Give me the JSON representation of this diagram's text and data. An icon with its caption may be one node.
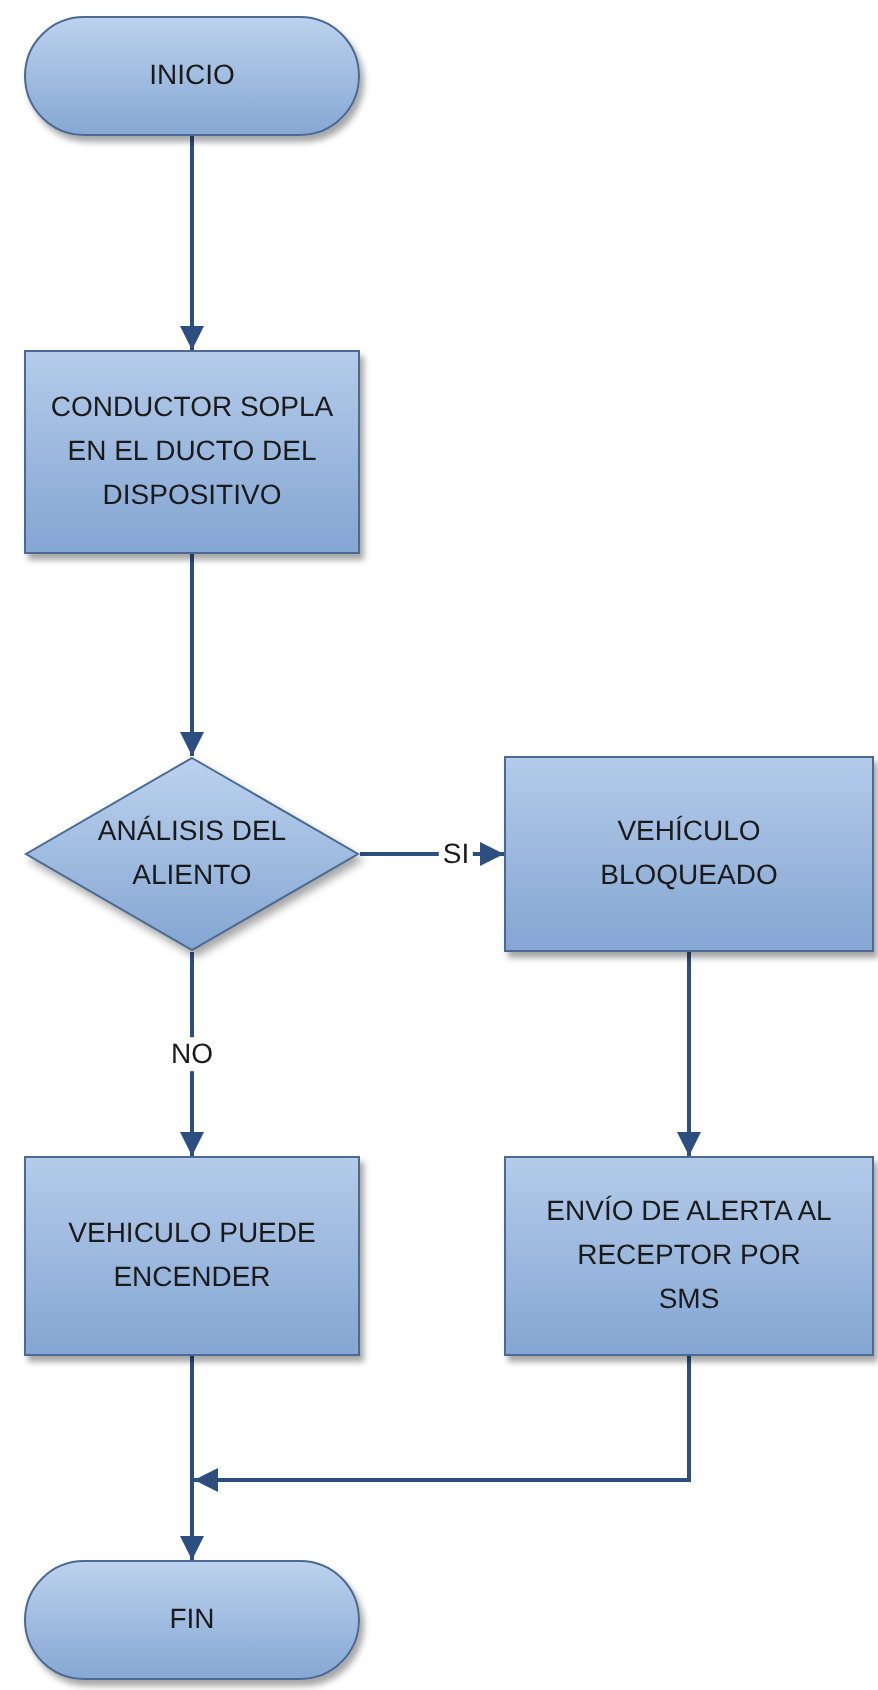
{
  "diagram": {
    "nodes": [
      {
        "text": [
          "INICIO"
        ]
      },
      {
        "text": [
          "CONDUCTOR SOPLA EN EL DUCTO DEL DISPOSITIVO"
        ]
      },
      {
        "text": [
          "ANÁLISIS DEL ALIENTO"
        ]
      },
      {
        "text": [
          "VEHÍCULO BLOQUEADO"
        ]
      },
      {
        "text": [
          "VEHICULO PUEDE ENCENDER"
        ]
      },
      {
        "text": [
          "ENVÍO DE ALERTA AL RECEPTOR POR SMS"
        ]
      },
      {
        "text": [
          "FIN"
        ]
      }
    ],
    "edges": [
      {
        "from": 0,
        "to": 1,
        "arrow": "to"
      },
      {
        "from": 1,
        "to": 2,
        "arrow": "to"
      },
      {
        "from": 2,
        "to": 3,
        "arrow": "to",
        "label": "SI"
      },
      {
        "from": 2,
        "to": 4,
        "arrow": "to",
        "label": "NO"
      },
      {
        "from": 3,
        "to": 5,
        "arrow": "to"
      },
      {
        "from": 5,
        "to": 6,
        "arrow": "to"
      },
      {
        "from": 4,
        "to": 6,
        "arrow": "to"
      }
    ]
  }
}
